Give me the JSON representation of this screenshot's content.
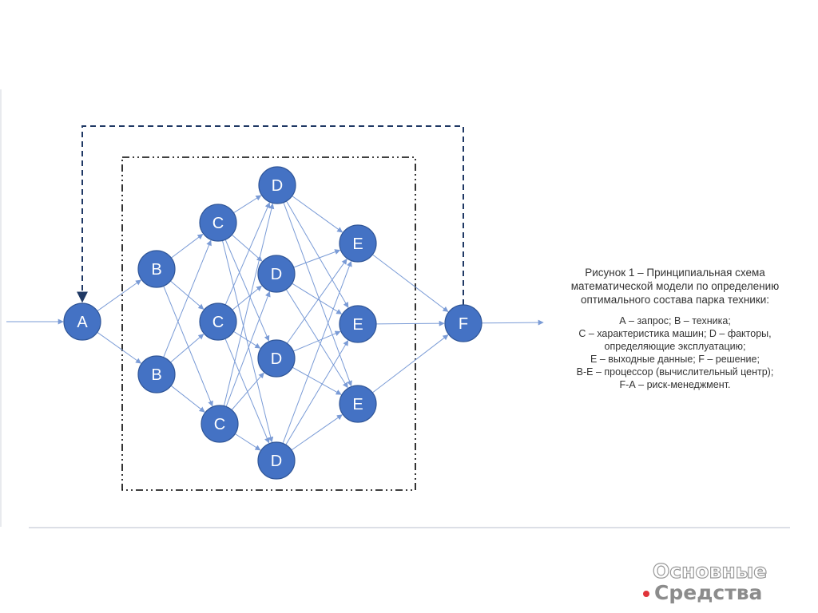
{
  "diagram": {
    "nodes": [
      {
        "id": "A",
        "label": "A"
      },
      {
        "id": "B1",
        "label": "B"
      },
      {
        "id": "B2",
        "label": "B"
      },
      {
        "id": "C1",
        "label": "C"
      },
      {
        "id": "C2",
        "label": "C"
      },
      {
        "id": "C3",
        "label": "C"
      },
      {
        "id": "D1",
        "label": "D"
      },
      {
        "id": "D2",
        "label": "D"
      },
      {
        "id": "D3",
        "label": "D"
      },
      {
        "id": "D4",
        "label": "D"
      },
      {
        "id": "E1",
        "label": "E"
      },
      {
        "id": "E2",
        "label": "E"
      },
      {
        "id": "E3",
        "label": "E"
      },
      {
        "id": "F",
        "label": "F"
      }
    ],
    "edges": [
      [
        "IN",
        "A"
      ],
      [
        "A",
        "B1"
      ],
      [
        "A",
        "B2"
      ],
      [
        "B1",
        "C1"
      ],
      [
        "B1",
        "C2"
      ],
      [
        "B1",
        "C3"
      ],
      [
        "B2",
        "C1"
      ],
      [
        "B2",
        "C2"
      ],
      [
        "B2",
        "C3"
      ],
      [
        "C1",
        "D1"
      ],
      [
        "C1",
        "D2"
      ],
      [
        "C1",
        "D3"
      ],
      [
        "C1",
        "D4"
      ],
      [
        "C2",
        "D1"
      ],
      [
        "C2",
        "D2"
      ],
      [
        "C2",
        "D3"
      ],
      [
        "C2",
        "D4"
      ],
      [
        "C3",
        "D1"
      ],
      [
        "C3",
        "D2"
      ],
      [
        "C3",
        "D3"
      ],
      [
        "C3",
        "D4"
      ],
      [
        "D1",
        "E1"
      ],
      [
        "D1",
        "E2"
      ],
      [
        "D1",
        "E3"
      ],
      [
        "D2",
        "E1"
      ],
      [
        "D2",
        "E2"
      ],
      [
        "D2",
        "E3"
      ],
      [
        "D3",
        "E1"
      ],
      [
        "D3",
        "E2"
      ],
      [
        "D3",
        "E3"
      ],
      [
        "D4",
        "E1"
      ],
      [
        "D4",
        "E2"
      ],
      [
        "D4",
        "E3"
      ],
      [
        "E1",
        "F"
      ],
      [
        "E2",
        "F"
      ],
      [
        "E3",
        "F"
      ],
      [
        "F",
        "OUT"
      ]
    ],
    "feedback": {
      "from": "F",
      "to": "A"
    },
    "colors": {
      "node_fill": "#4472c4",
      "node_stroke": "#2f5597",
      "edge": "#7a9bd6",
      "feedback": "#1f3864",
      "processor_border": "#000000",
      "separator": "#c8ccd6"
    }
  },
  "caption": {
    "title_lines": [
      "Рисунок 1 – Принципиальная схема",
      "математической модели по определению",
      "оптимального состава парка техники:"
    ],
    "legend_lines": [
      "А – запрос; В – техника;",
      "С – характеристика машин; D – факторы,",
      "определяющие эксплуатацию;",
      "Е – выходные данные; F – решение;",
      "В-Е – процессор (вычислительный центр);",
      "F-А – риск-менеджмент."
    ]
  },
  "watermark": {
    "line1": "Основные",
    "line2": "Средства",
    "dot_color": "#e0343a"
  }
}
